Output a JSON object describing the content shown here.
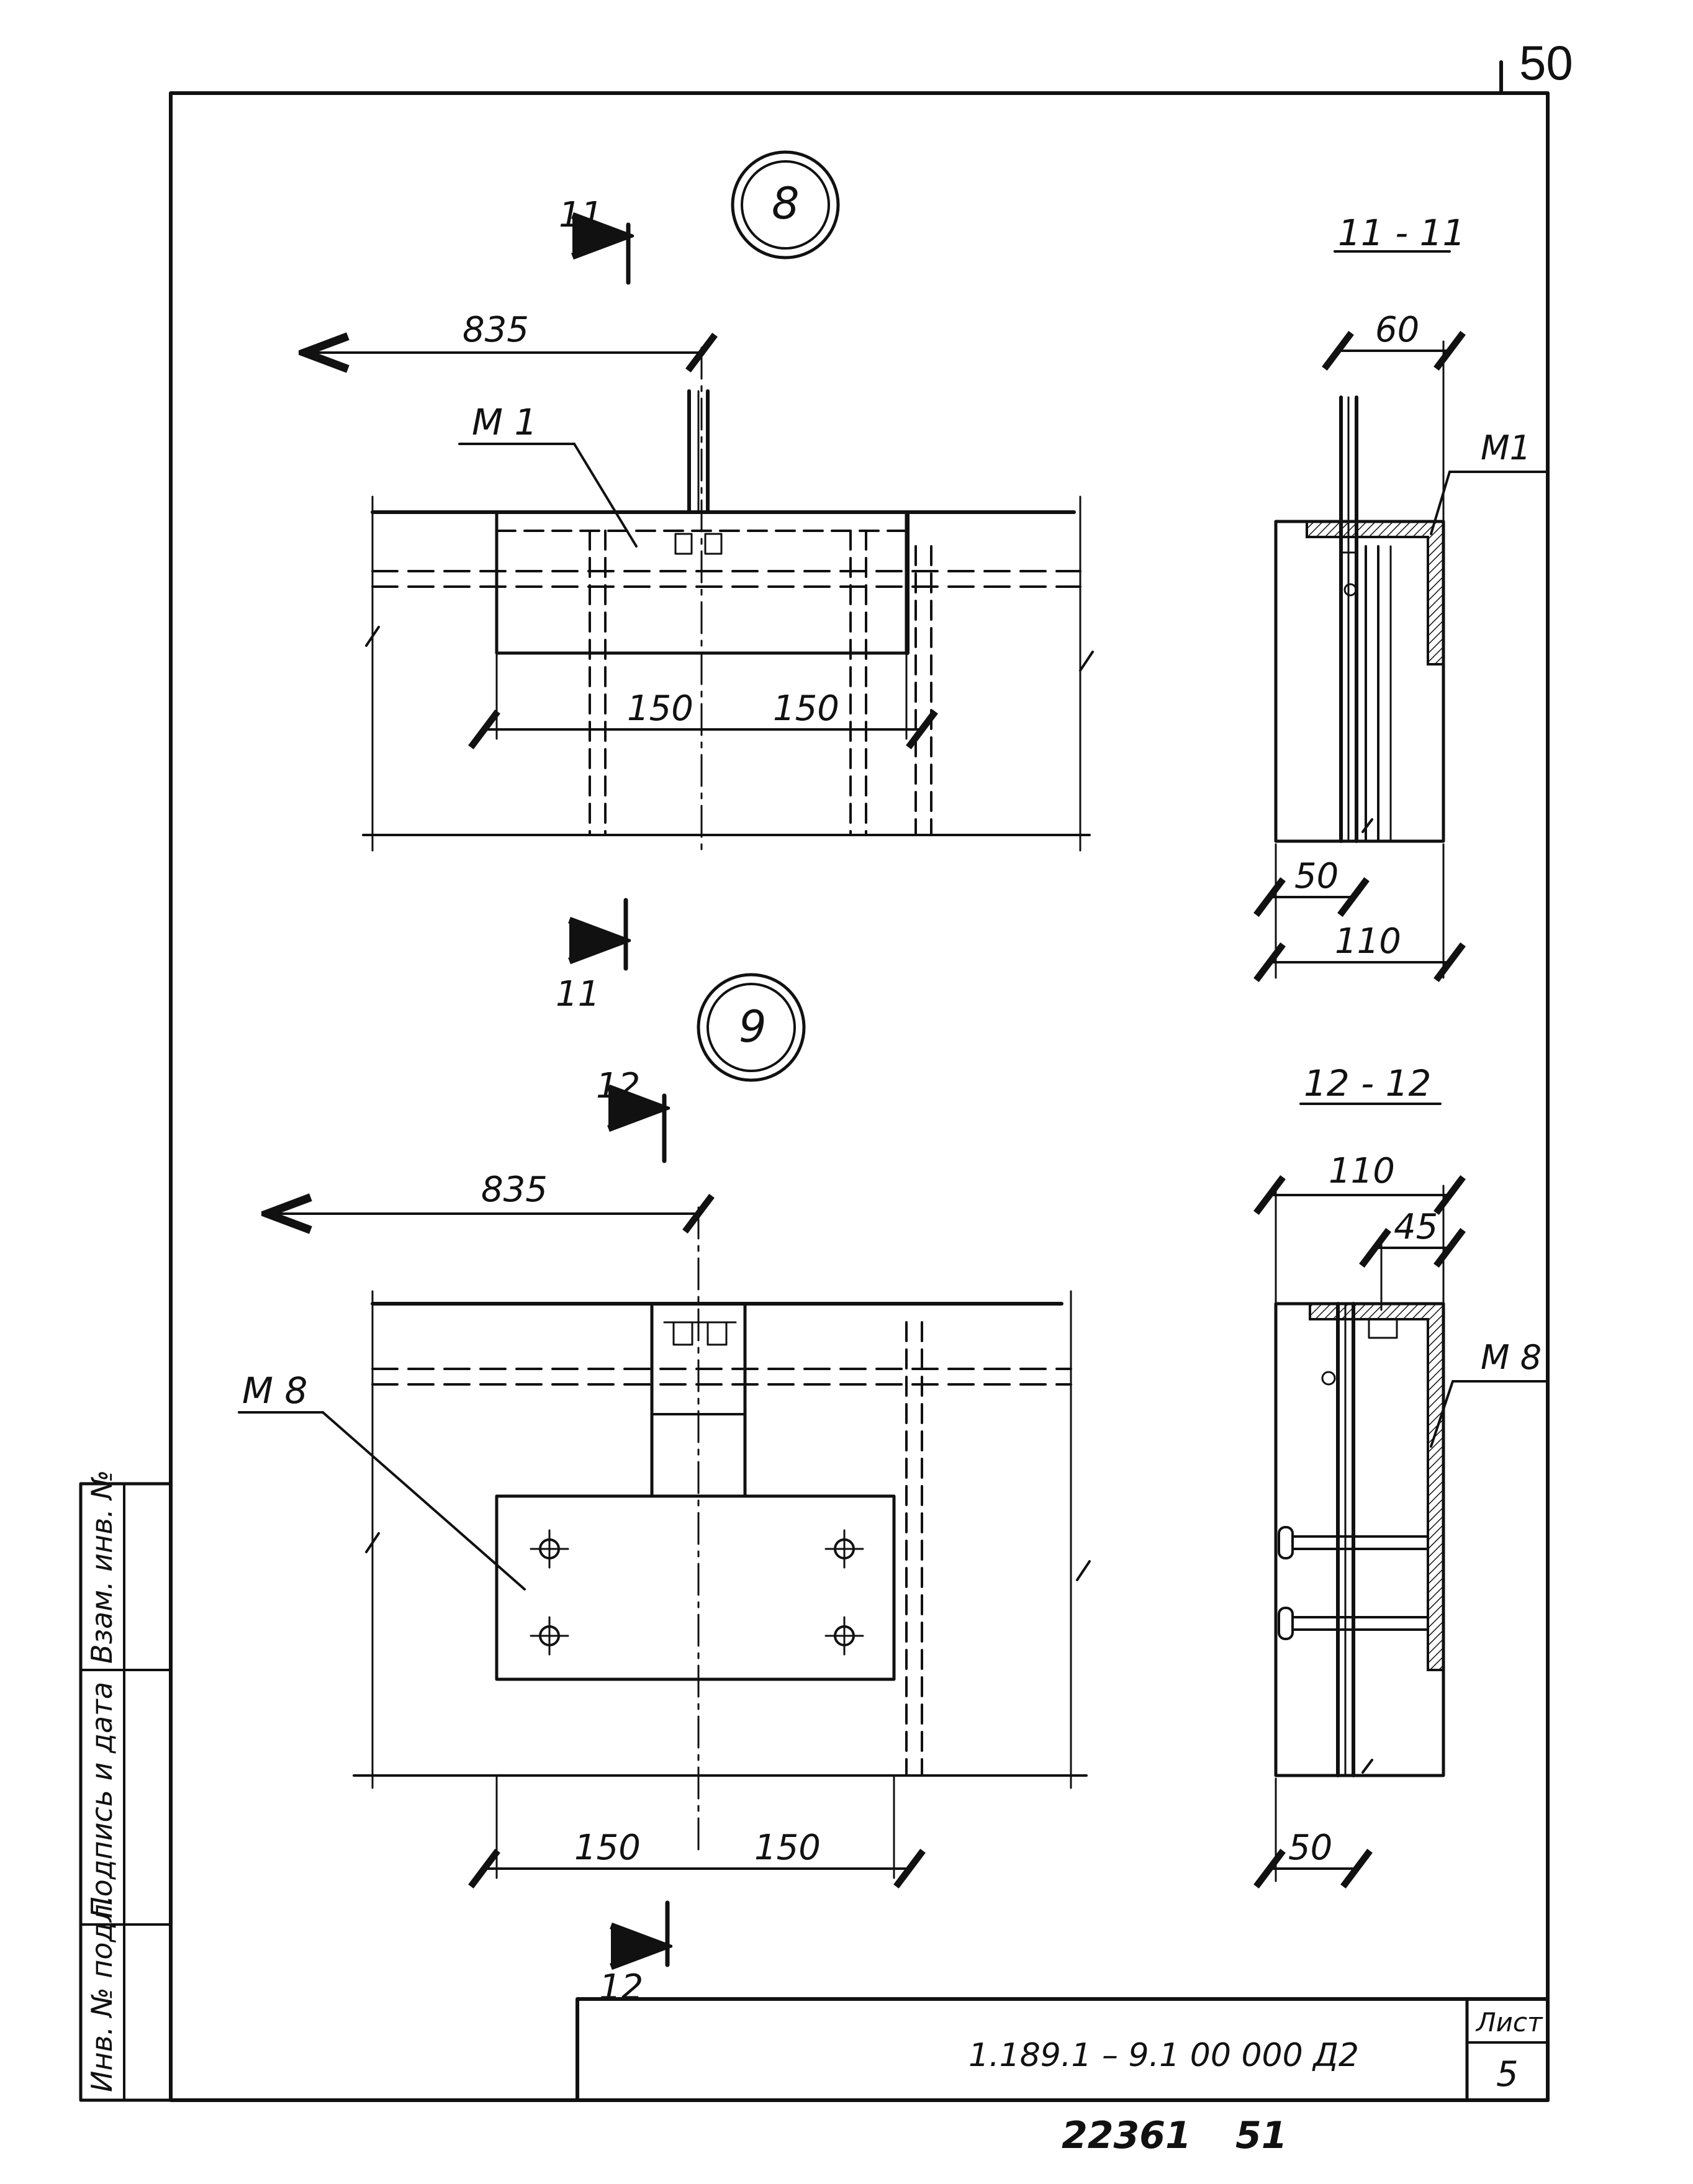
{
  "sheet": {
    "page_number": "50",
    "sheet_label": "Лист",
    "sheet_number": "5",
    "document_code": "1.189.1 – 9.1 00 000 Д2",
    "archive_number": "22361",
    "archive_page": "51"
  },
  "margin_labels": {
    "inv_no_orig": "Инв. № подл.",
    "signature_date": "Подпись и дата",
    "replaces_inv_no": "Взам. инв. №"
  },
  "node8": {
    "number": "8",
    "section_mark": "11",
    "dim_total": "835",
    "dim_left": "150",
    "dim_right": "150",
    "part_label": "М 1"
  },
  "section11": {
    "title": "11 - 11",
    "dim_top": "60",
    "dim_bottom_inner": "50",
    "dim_bottom_total": "110",
    "part_label": "М1"
  },
  "node9": {
    "number": "9",
    "section_mark": "12",
    "dim_total": "835",
    "dim_left": "150",
    "dim_right": "150",
    "part_label": "М 8"
  },
  "section12": {
    "title": "12 - 12",
    "dim_top_total": "110",
    "dim_top_inner": "45",
    "dim_bottom": "50",
    "part_label": "М 8"
  }
}
